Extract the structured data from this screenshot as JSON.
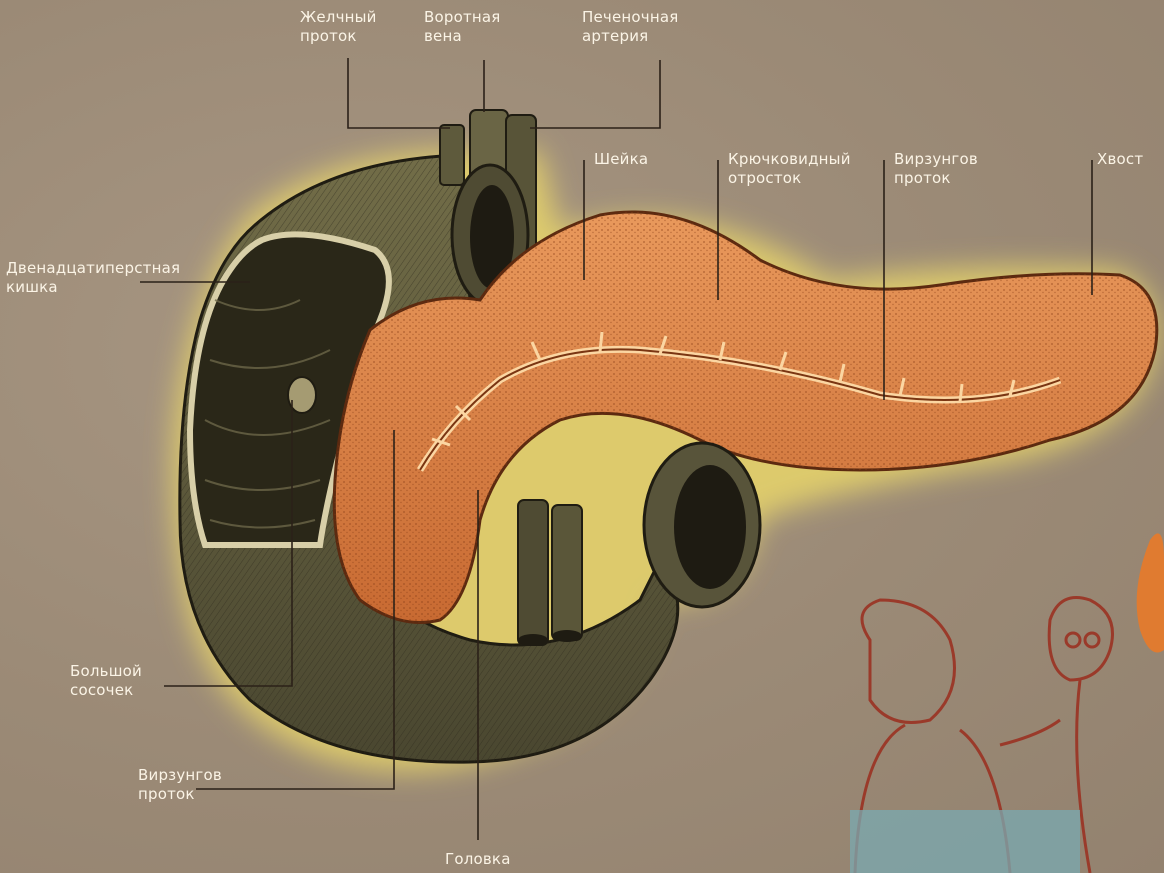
{
  "labels": {
    "bile_duct": "Желчный\nпроток",
    "portal_vein": "Воротная\nвена",
    "hepatic_artery": "Печеночная\nартерия",
    "neck": "Шейка",
    "uncinate_process": "Крючковидный\nотросток",
    "wirsung_duct_top": "Вирзунгов\nпроток",
    "tail": "Хвост",
    "duodenum": "Двенадцатиперстная\nкишка",
    "major_papilla": "Большой\nсосочек",
    "wirsung_duct_bottom": "Вирзунгов\nпроток",
    "head": "Головка"
  },
  "colors": {
    "background": "#a08f7c",
    "label_text": "#fbf4e6",
    "pancreas": "#d9834a",
    "duodenum": "#5e5a3c",
    "glow": "#e8d56a",
    "leader": "#2b2118"
  }
}
